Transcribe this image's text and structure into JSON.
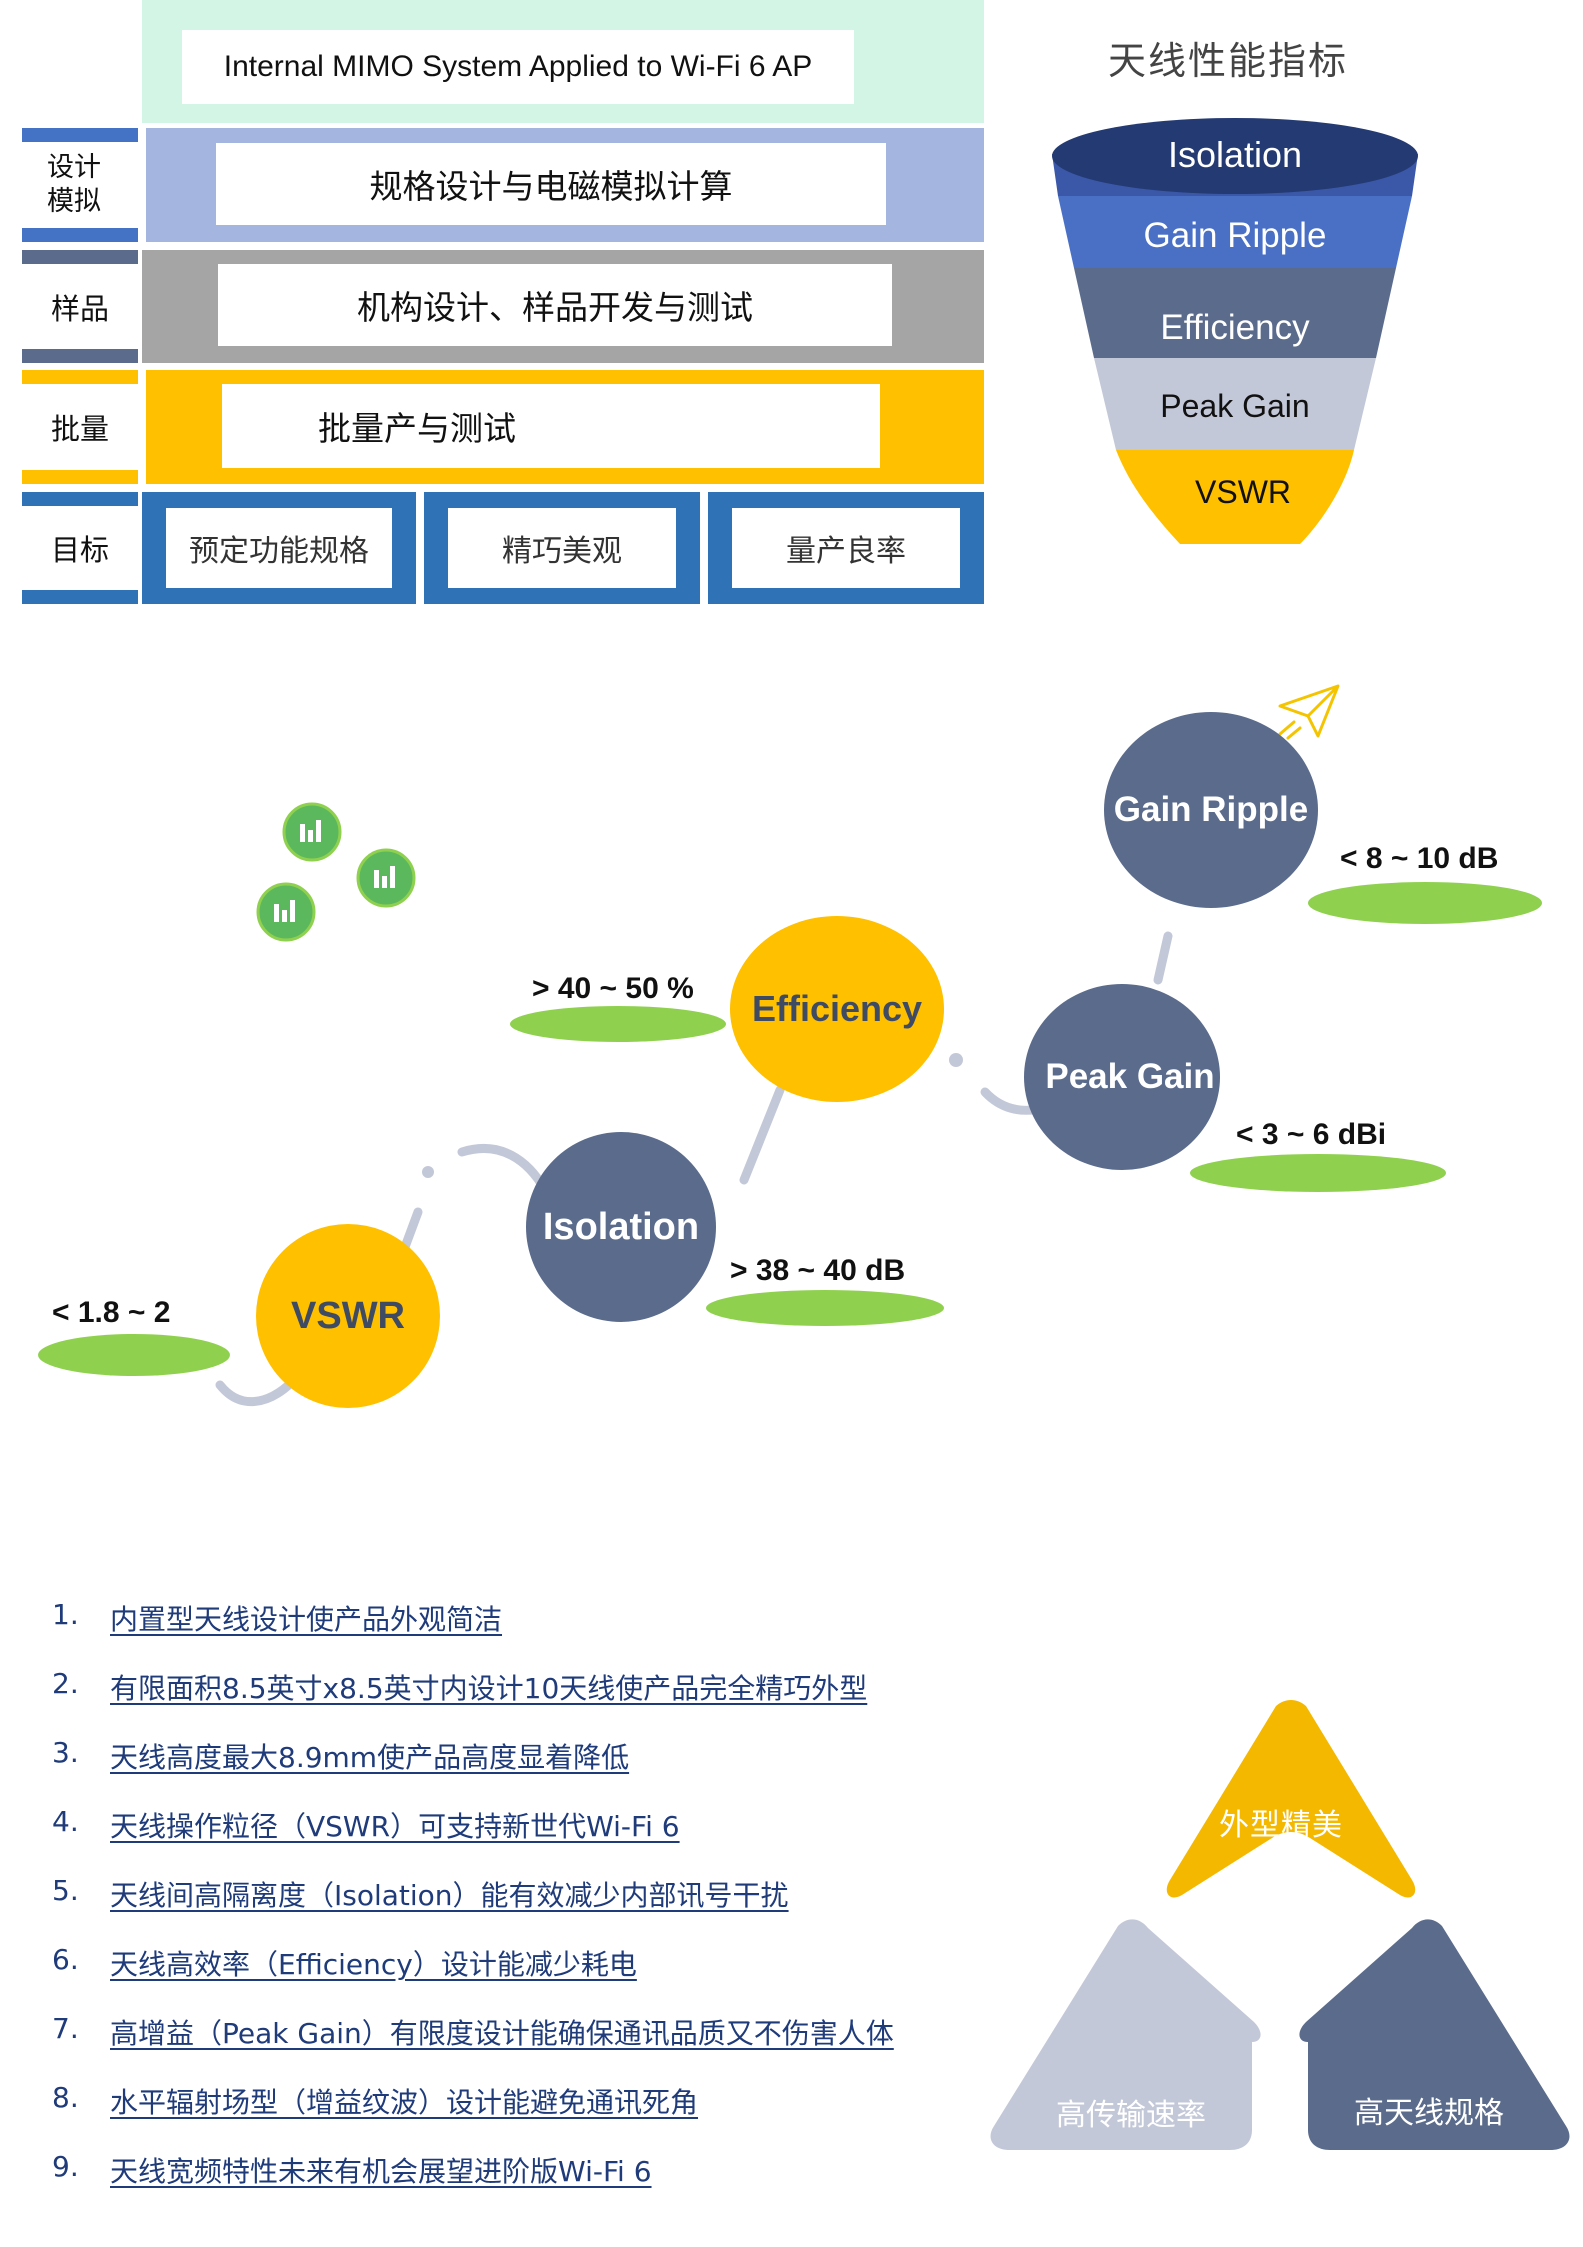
{
  "process": {
    "title": "Internal MIMO System Applied to Wi-Fi 6 AP",
    "rows": [
      {
        "side": "设计\n模拟",
        "main": "规格设计与电磁模拟计算",
        "color": "#a4b6e0"
      },
      {
        "side": "样品",
        "main": "机构设计、样品开发与测试",
        "color": "#a5a5a5"
      },
      {
        "side": "批量",
        "main": "批量产与测试",
        "color": "#ffc000"
      }
    ],
    "goal_label": "目标",
    "goals": [
      "预定功能规格",
      "精巧美观",
      "量产良率"
    ],
    "colors": {
      "title_bg": "#d3f5e6",
      "goal_blue": "#2f73b6",
      "side_bar_1": "#4472c4",
      "side_bar_2": "#5b6b8c"
    }
  },
  "funnel": {
    "title": "天线性能指标",
    "layers": [
      {
        "label": "Isolation",
        "color": "#2a3e7a"
      },
      {
        "label": "Gain Ripple",
        "color": "#4a70c6"
      },
      {
        "label": "Efficiency",
        "color": "#5b6b8c"
      },
      {
        "label": "Peak Gain",
        "color": "#c3c8d8"
      },
      {
        "label": "VSWR",
        "color": "#ffc000"
      }
    ]
  },
  "metrics": [
    {
      "name": "VSWR",
      "value": "< 1.8 ~ 2",
      "color": "#ffc000"
    },
    {
      "name": "Isolation",
      "value": "> 38 ~ 40 dB",
      "color": "#5b6b8c"
    },
    {
      "name": "Efficiency",
      "value": "> 40 ~ 50 %",
      "color": "#ffc000"
    },
    {
      "name": "Peak Gain",
      "value": "< 3 ~ 6 dBi",
      "color": "#5b6b8c"
    },
    {
      "name": "Gain Ripple",
      "value": "< 8 ~ 10 dB",
      "color": "#5b6b8c"
    }
  ],
  "features": [
    {
      "num": "1.",
      "text": "内置型天线设计使产品外观简洁"
    },
    {
      "num": "2.",
      "text": "有限面积8.5英寸x8.5英寸内设计10天线使产品完全精巧外型"
    },
    {
      "num": "3.",
      "text": "天线高度最大8.9mm使产品高度显着降低"
    },
    {
      "num": "4.",
      "text": "天线操作粒径（VSWR）可支持新世代Wi-Fi 6"
    },
    {
      "num": "5.",
      "text": "天线间高隔离度（Isolation）能有效减少内部讯号干扰"
    },
    {
      "num": "6.",
      "text": "天线高效率（Efficiency）设计能减少耗电"
    },
    {
      "num": "7.",
      "text": "高增益（Peak Gain）有限度设计能确保通讯品质又不伤害人体"
    },
    {
      "num": "8.",
      "text": "水平辐射场型（增益纹波）设计能避免通讯死角"
    },
    {
      "num": "9.",
      "text": "天线宽频特性未来有机会展望进阶版Wi-Fi 6"
    }
  ],
  "triangle": {
    "top": "外型精美",
    "left": "高传输速率",
    "right": "高天线规格",
    "colors": {
      "top": "#f5b800",
      "left": "#c3c8d8",
      "right": "#5b6b8c"
    }
  }
}
